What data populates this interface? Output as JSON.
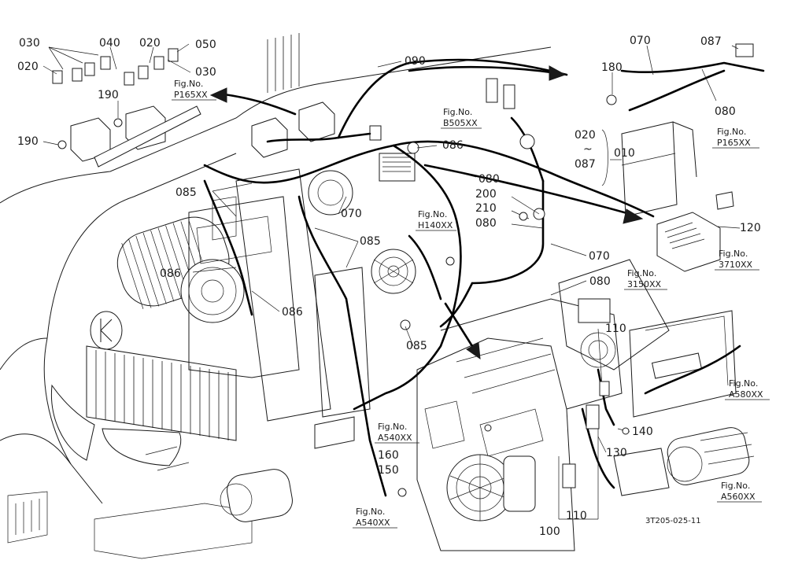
{
  "figure_code": "3T205-025-11",
  "callouts": [
    {
      "id": "c030a",
      "text": "030"
    },
    {
      "id": "c040",
      "text": "040"
    },
    {
      "id": "c020a",
      "text": "020"
    },
    {
      "id": "c050",
      "text": "050"
    },
    {
      "id": "c020b",
      "text": "020"
    },
    {
      "id": "c030b",
      "text": "030"
    },
    {
      "id": "c190a",
      "text": "190"
    },
    {
      "id": "c190b",
      "text": "190"
    },
    {
      "id": "c090",
      "text": "090"
    },
    {
      "id": "c070a",
      "text": "070"
    },
    {
      "id": "c087a",
      "text": "087"
    },
    {
      "id": "c180",
      "text": "180"
    },
    {
      "id": "c080a",
      "text": "080"
    },
    {
      "id": "c086a",
      "text": "086"
    },
    {
      "id": "c020c",
      "text": "020"
    },
    {
      "id": "c087b",
      "text": "087"
    },
    {
      "id": "c010",
      "text": "010"
    },
    {
      "id": "c085a",
      "text": "085"
    },
    {
      "id": "c080b",
      "text": "080"
    },
    {
      "id": "c200",
      "text": "200"
    },
    {
      "id": "c210",
      "text": "210"
    },
    {
      "id": "c080c",
      "text": "080"
    },
    {
      "id": "c070b",
      "text": "070"
    },
    {
      "id": "c085b",
      "text": "085"
    },
    {
      "id": "c120",
      "text": "120"
    },
    {
      "id": "c070c",
      "text": "070"
    },
    {
      "id": "c086b",
      "text": "086"
    },
    {
      "id": "c086c",
      "text": "086"
    },
    {
      "id": "c080d",
      "text": "080"
    },
    {
      "id": "c085c",
      "text": "085"
    },
    {
      "id": "c110a",
      "text": "110"
    },
    {
      "id": "c160",
      "text": "160"
    },
    {
      "id": "c150",
      "text": "150"
    },
    {
      "id": "c140",
      "text": "140"
    },
    {
      "id": "c130",
      "text": "130"
    },
    {
      "id": "c110b",
      "text": "110"
    },
    {
      "id": "c100",
      "text": "100"
    }
  ],
  "tilde": "~",
  "figure_refs": [
    {
      "id": "r1",
      "label": "Fig.No.",
      "code": "P165XX"
    },
    {
      "id": "r2",
      "label": "Fig.No.",
      "code": "B505XX"
    },
    {
      "id": "r3",
      "label": "Fig.No.",
      "code": "P165XX"
    },
    {
      "id": "r4",
      "label": "Fig.No.",
      "code": "H140XX"
    },
    {
      "id": "r5",
      "label": "Fig.No.",
      "code": "3710XX"
    },
    {
      "id": "r6",
      "label": "Fig.No.",
      "code": "3150XX"
    },
    {
      "id": "r7",
      "label": "Fig.No.",
      "code": "A580XX"
    },
    {
      "id": "r8",
      "label": "Fig.No.",
      "code": "A540XX"
    },
    {
      "id": "r9",
      "label": "Fig.No.",
      "code": "A560XX"
    },
    {
      "id": "r10",
      "label": "Fig.No.",
      "code": "A540XX"
    }
  ]
}
